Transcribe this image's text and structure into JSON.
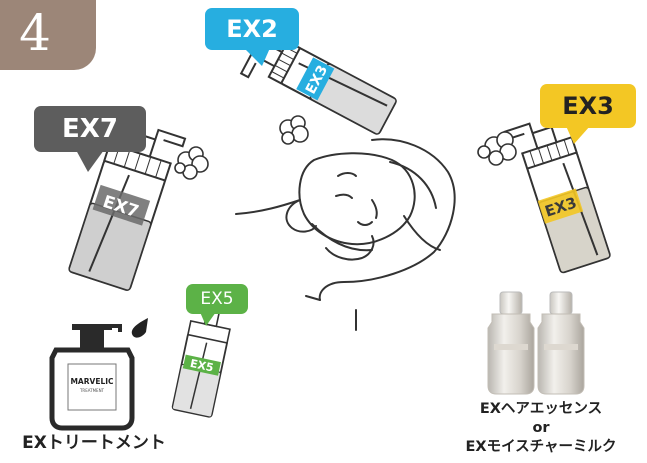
{
  "step": {
    "number": "4"
  },
  "bubbles": {
    "ex2": "EX2",
    "ex3": "EX3",
    "ex7": "EX7",
    "ex5": "EX5"
  },
  "bottle_labels": {
    "ex2": "EX3",
    "ex3": "EX3",
    "ex7": "EX7",
    "ex5": "EX5"
  },
  "pouch": {
    "brand": "MARVELIC",
    "sub": "TREATMENT"
  },
  "captions": {
    "treatment": "EXトリートメント",
    "essence_line1": "EXヘアエッセンス",
    "essence_line2": "or",
    "essence_line3": "EXモイスチャーミルク"
  },
  "colors": {
    "ex2": "#27aee0",
    "ex3": "#f3c724",
    "ex7": "#5d5d5d",
    "ex5": "#5cb247",
    "badge": "#9c8678"
  }
}
